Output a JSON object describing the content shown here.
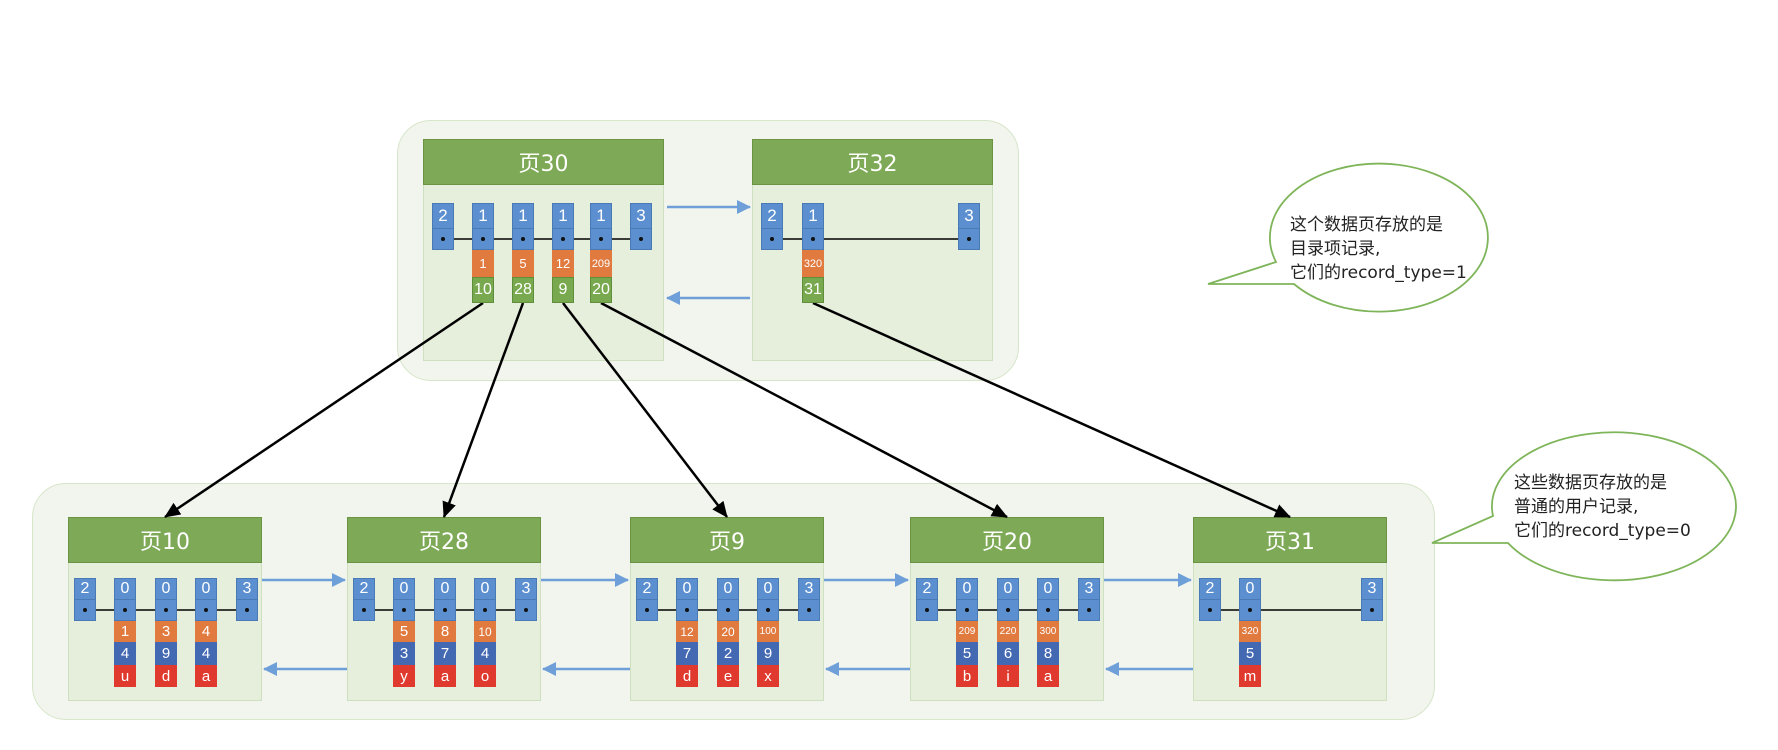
{
  "diagram": {
    "title": "",
    "colors": {
      "page_header": "#7ea956",
      "page_body": "#e6eedc",
      "group_bg": "#f2f5ee",
      "record_header": "#5b8fcf",
      "key": "#e07a3f",
      "page_pointer": "#78a94f",
      "column_value": "#4469b3",
      "column_char": "#e03a2e",
      "link_arrow": "#6f9fd8",
      "tree_arrow": "#000000",
      "bubble_border": "#7fb55a"
    },
    "directory_level": {
      "pages": [
        {
          "label": "页30",
          "infimum": "2",
          "supremum": "3",
          "records": [
            {
              "record_type": "1",
              "key": "1",
              "page_no": "10"
            },
            {
              "record_type": "1",
              "key": "5",
              "page_no": "28"
            },
            {
              "record_type": "1",
              "key": "12",
              "page_no": "9"
            },
            {
              "record_type": "1",
              "key": "209",
              "page_no": "20"
            }
          ]
        },
        {
          "label": "页32",
          "infimum": "2",
          "supremum": "3",
          "records": [
            {
              "record_type": "1",
              "key": "320",
              "page_no": "31"
            }
          ]
        }
      ]
    },
    "leaf_level": {
      "pages": [
        {
          "label": "页10",
          "infimum": "2",
          "supremum": "3",
          "records": [
            {
              "record_type": "0",
              "key": "1",
              "c2": "4",
              "c3": "u"
            },
            {
              "record_type": "0",
              "key": "3",
              "c2": "9",
              "c3": "d"
            },
            {
              "record_type": "0",
              "key": "4",
              "c2": "4",
              "c3": "a"
            }
          ]
        },
        {
          "label": "页28",
          "infimum": "2",
          "supremum": "3",
          "records": [
            {
              "record_type": "0",
              "key": "5",
              "c2": "3",
              "c3": "y"
            },
            {
              "record_type": "0",
              "key": "8",
              "c2": "7",
              "c3": "a"
            },
            {
              "record_type": "0",
              "key": "10",
              "c2": "4",
              "c3": "o"
            }
          ]
        },
        {
          "label": "页9",
          "infimum": "2",
          "supremum": "3",
          "records": [
            {
              "record_type": "0",
              "key": "12",
              "c2": "7",
              "c3": "d"
            },
            {
              "record_type": "0",
              "key": "20",
              "c2": "2",
              "c3": "e"
            },
            {
              "record_type": "0",
              "key": "100",
              "c2": "9",
              "c3": "x"
            }
          ]
        },
        {
          "label": "页20",
          "infimum": "2",
          "supremum": "3",
          "records": [
            {
              "record_type": "0",
              "key": "209",
              "c2": "5",
              "c3": "b"
            },
            {
              "record_type": "0",
              "key": "220",
              "c2": "6",
              "c3": "i"
            },
            {
              "record_type": "0",
              "key": "300",
              "c2": "8",
              "c3": "a"
            }
          ]
        },
        {
          "label": "页31",
          "infimum": "2",
          "supremum": "3",
          "records": [
            {
              "record_type": "0",
              "key": "320",
              "c2": "5",
              "c3": "m"
            }
          ]
        }
      ]
    },
    "callouts": [
      {
        "lines": [
          "这个数据页存放的是",
          "目录项记录,",
          "它们的record_type=1"
        ]
      },
      {
        "lines": [
          "这些数据页存放的是",
          "普通的用户记录,",
          "它们的record_type=0"
        ]
      }
    ]
  }
}
